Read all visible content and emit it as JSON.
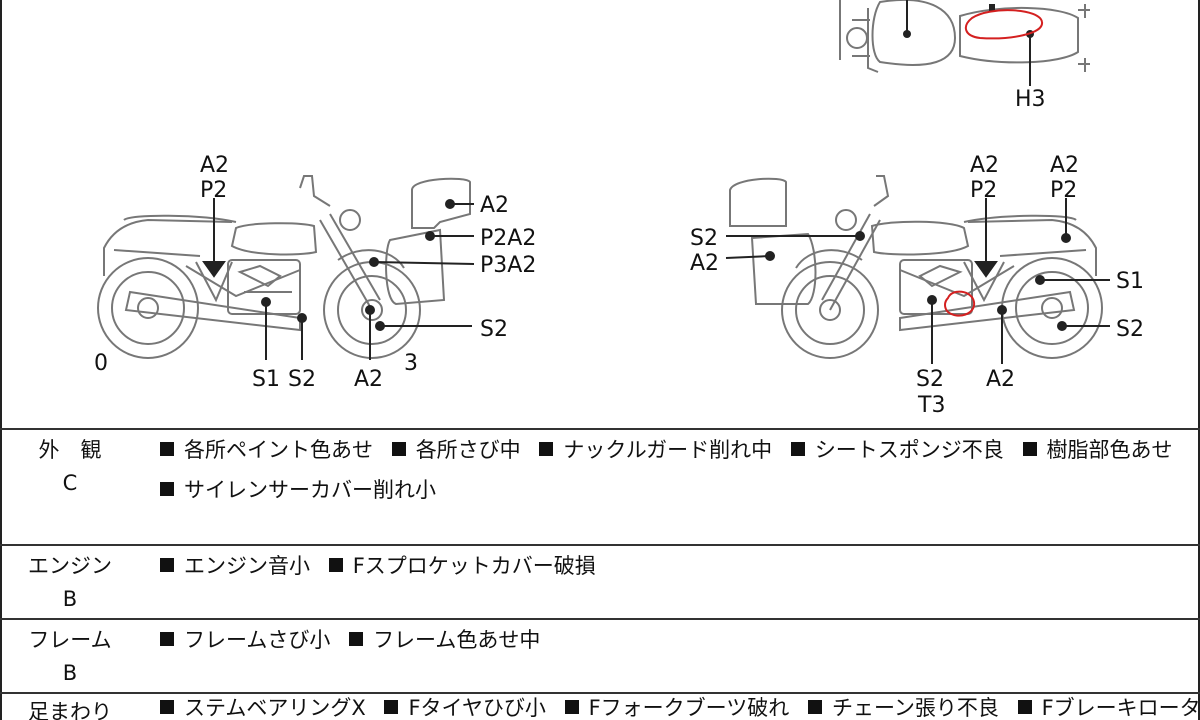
{
  "diagram": {
    "top_view_label": "H3",
    "left_bike": {
      "labels": [
        "A2",
        "P2",
        "A2",
        "P2A2",
        "P3A2",
        "S2",
        "S1",
        "S2",
        "A2",
        "0",
        "3"
      ]
    },
    "right_bike": {
      "labels": [
        "A2",
        "P2",
        "A2",
        "P2",
        "S2",
        "A2",
        "S1",
        "S2",
        "S2",
        "T3",
        "A2"
      ]
    }
  },
  "sections": [
    {
      "category": "外　観",
      "grade": "C",
      "items": [
        "各所ペイント色あせ",
        "各所さび中",
        "ナックルガード削れ中",
        "シートスポンジ不良",
        "樹脂部色あせ",
        "サイレンサーカバー削れ小"
      ]
    },
    {
      "category": "エンジン",
      "grade": "B",
      "items": [
        "エンジン音小",
        "Fスプロケットカバー破損"
      ]
    },
    {
      "category": "フレーム",
      "grade": "B",
      "items": [
        "フレームさび小",
        "フレーム色あせ中"
      ]
    },
    {
      "category": "足まわり",
      "grade": "",
      "items": [
        "ステムベアリングX",
        "Fタイヤひび小",
        "Fフォークブーツ破れ",
        "チェーン張り不良",
        "Fブレーキローター"
      ]
    }
  ],
  "colors": {
    "mark_red": "#d42020",
    "line": "#222222"
  }
}
